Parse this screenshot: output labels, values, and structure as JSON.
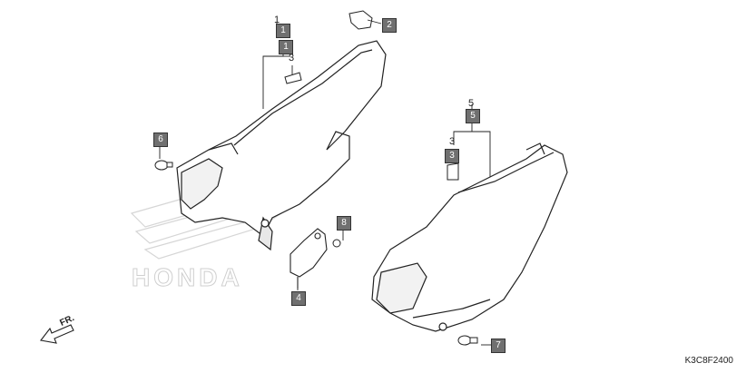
{
  "callouts": {
    "c1a": "1",
    "c1b": "1",
    "c2": "2",
    "c3a": "3",
    "c3b": "3",
    "c4": "4",
    "c5": "5",
    "c6": "6",
    "c7": "7",
    "c8": "8",
    "c1top": "1",
    "c5top": "5"
  },
  "direction_label": "FR.",
  "diagram_code": "K3C8F2400",
  "watermark_text": "HONDA"
}
